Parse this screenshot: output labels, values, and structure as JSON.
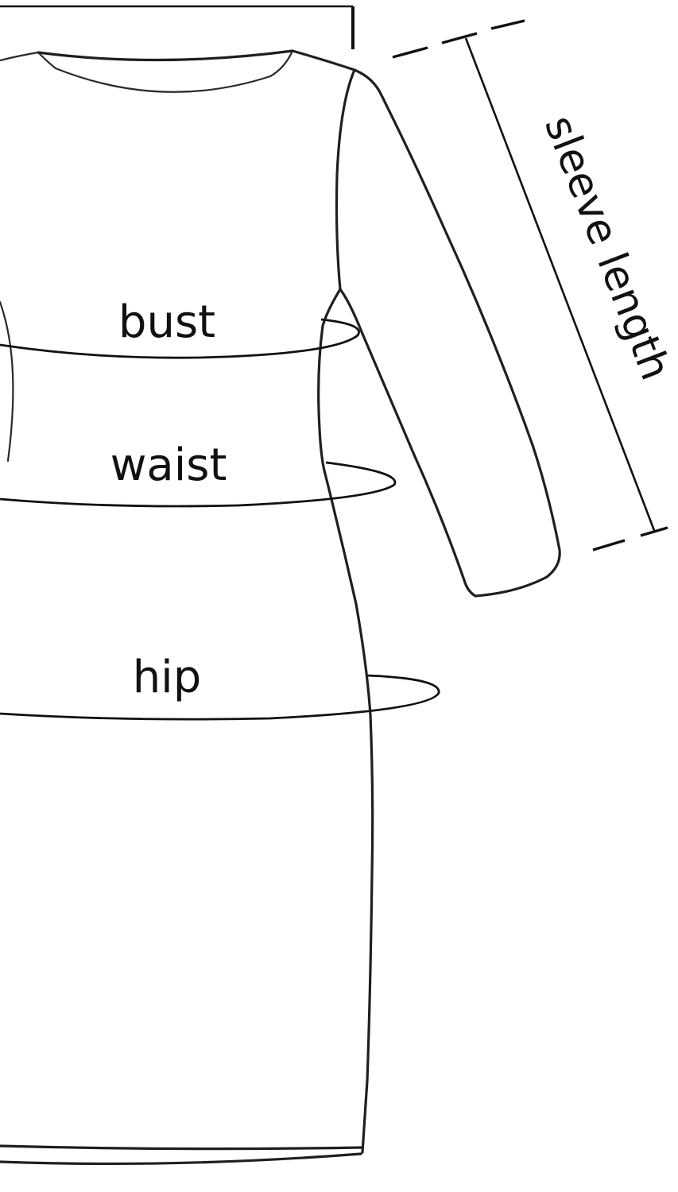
{
  "diagram": {
    "labels": {
      "bust": "bust",
      "waist": "waist",
      "hip": "hip",
      "sleeve_length": "sleeve length"
    },
    "colors": {
      "line": "#1f1f1f",
      "background": "#ffffff"
    }
  }
}
